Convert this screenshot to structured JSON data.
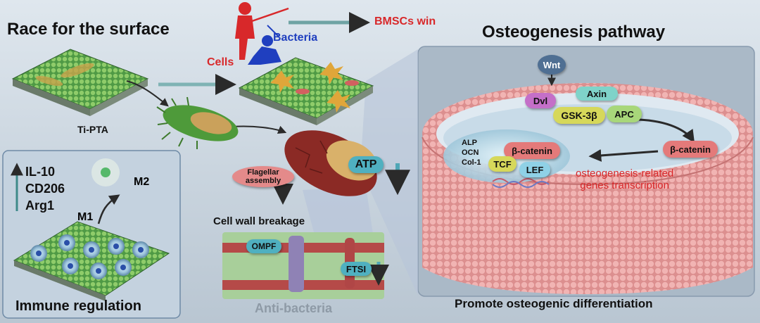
{
  "left_panel": {
    "title": "Race for the surface",
    "material_label": "Ti-PTA"
  },
  "race": {
    "cells_label": "Cells",
    "bacteria_label": "Bacteria",
    "result_label": "BMSCs win"
  },
  "immune": {
    "markers": [
      "IL-10",
      "CD206",
      "Arg1"
    ],
    "m1_label": "M1",
    "m2_label": "M2",
    "title": "Immune regulation"
  },
  "antibacteria": {
    "flagellar_label": "Flagellar assembly",
    "atp_label": "ATP",
    "cell_wall_label": "Cell wall breakage",
    "ompf_label": "OMPF",
    "ftsi_label": "FTSI",
    "title": "Anti-bacteria"
  },
  "osteo": {
    "title": "Osteogenesis pathway",
    "wnt_label": "Wnt",
    "dvl_label": "Dvl",
    "axin_label": "Axin",
    "gsk_label": "GSK-3β",
    "apc_label": "APC",
    "bcat_cyto_label": "β-catenin",
    "bcat_nuc_label": "β-catenin",
    "tcf_label": "TCF",
    "lef_label": "LEF",
    "genes": [
      "ALP",
      "OCN",
      "Col-1"
    ],
    "transcription_line1": "osteogenesis-related",
    "transcription_line2": "genes transcription",
    "footer": "Promote osteogenic differentiation"
  },
  "colors": {
    "accent_red": "#d8282a",
    "accent_blue": "#1f3fbf",
    "arrow_teal": "#5f9ea0",
    "membrane_pink": "#e59a9a"
  }
}
